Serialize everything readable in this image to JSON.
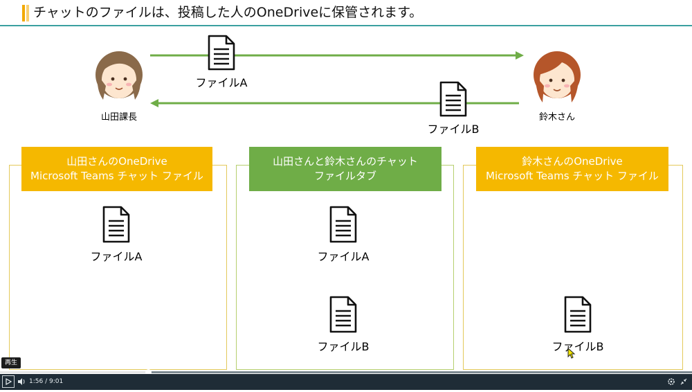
{
  "slide": {
    "title": "チャットのファイルは、投稿した人のOneDriveに保管されます。",
    "people": {
      "left": {
        "label": "山田課長"
      },
      "right": {
        "label": "鈴木さん"
      }
    },
    "arrows": {
      "top": {
        "label": "ファイルA"
      },
      "bottom": {
        "label": "ファイルB"
      }
    },
    "panels": {
      "left": {
        "header_line1": "山田さんのOneDrive",
        "header_line2": "Microsoft Teams チャット ファイル",
        "files": [
          "ファイルA"
        ]
      },
      "middle": {
        "header_line1": "山田さんと鈴木さんのチャット",
        "header_line2": "ファイルタブ",
        "files": [
          "ファイルA",
          "ファイルB"
        ]
      },
      "right": {
        "header_line1": "鈴木さんのOneDrive",
        "header_line2": "Microsoft Teams チャット ファイル",
        "files": [
          "ファイルB"
        ]
      }
    }
  },
  "player": {
    "tooltip": "再生",
    "current_time": "1:56",
    "separator": "/",
    "duration": "9:01",
    "progress_fraction": 0.214
  },
  "colors": {
    "accent_orange": "#f5b800",
    "accent_green": "#6fad47",
    "arrow_green": "#6fad47",
    "title_rule": "#3aa0a0",
    "player_bg": "#1f2c36"
  },
  "icons": {
    "document": "document-icon",
    "person_left": "person-avatar-brown-hair",
    "person_right": "person-avatar-auburn-hair",
    "play": "play-icon",
    "volume": "volume-icon",
    "settings": "settings-gear-icon",
    "fullscreen": "fullscreen-exit-icon"
  }
}
